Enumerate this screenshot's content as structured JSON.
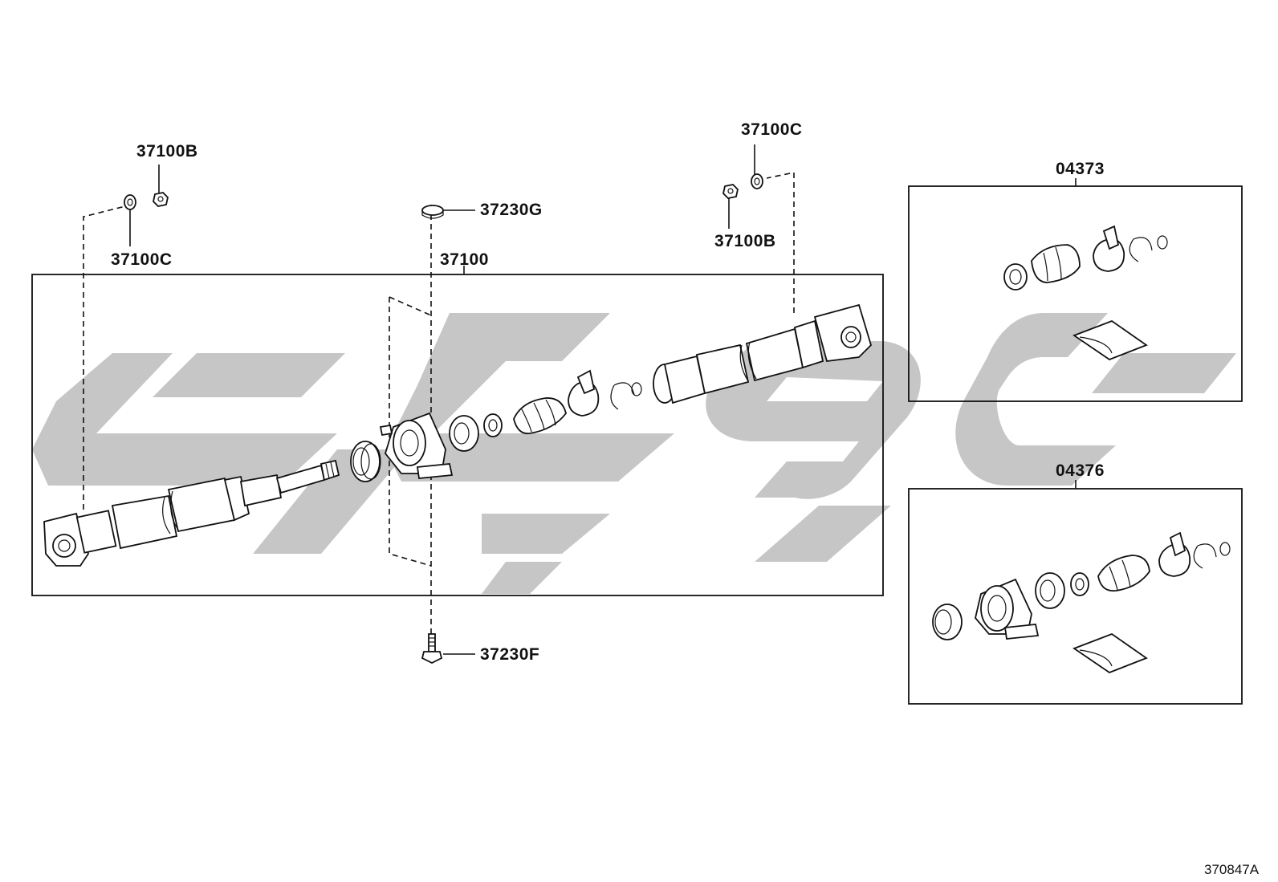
{
  "callouts": {
    "c37100B_left": "37100B",
    "c37100C_left": "37100C",
    "c37230G": "37230G",
    "c37100": "37100",
    "c37100C_right": "37100C",
    "c37100B_right": "37100B",
    "c37230F": "37230F",
    "c04373": "04373",
    "c04376": "04376"
  },
  "illustration_ref": "370847A"
}
